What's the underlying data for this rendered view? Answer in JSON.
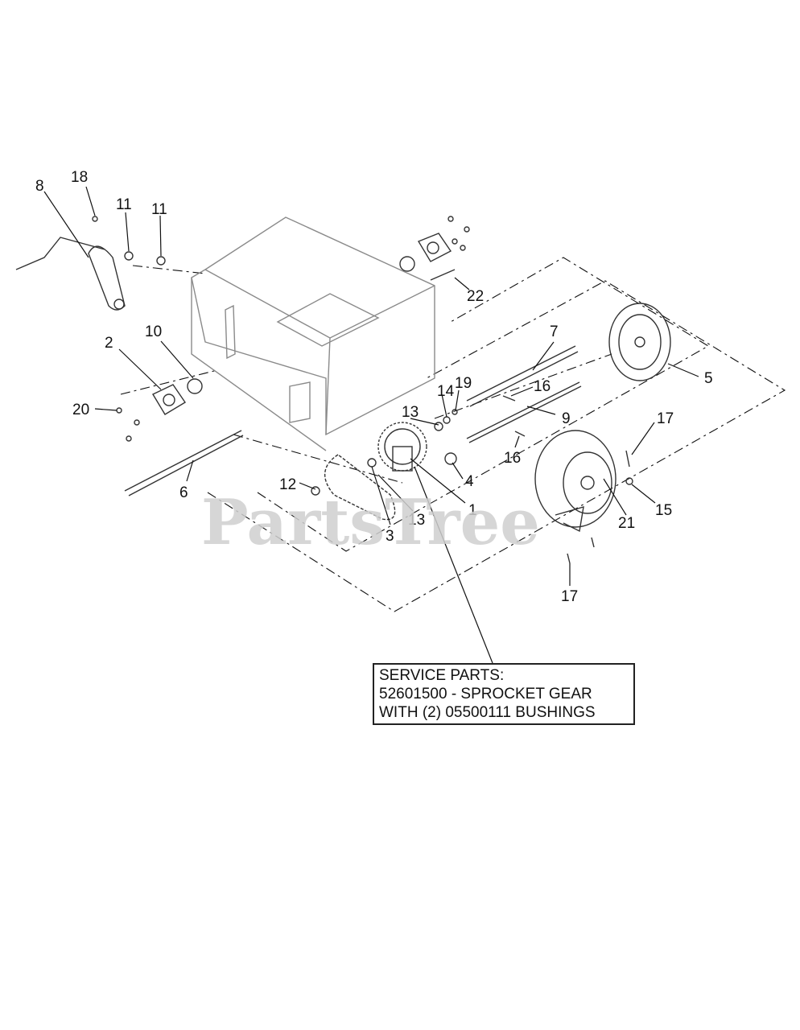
{
  "watermark": "PartsTree",
  "service_box": {
    "line1": "SERVICE PARTS:",
    "line2": "52601500 - SPROCKET GEAR",
    "line3": "WITH (2) 05500111 BUSHINGS"
  },
  "callouts": {
    "c1": "1",
    "c2": "2",
    "c3": "3",
    "c4": "4",
    "c5": "5",
    "c6": "6",
    "c7": "7",
    "c8": "8",
    "c9": "9",
    "c10": "10",
    "c11a": "11",
    "c11b": "11",
    "c12": "12",
    "c13a": "13",
    "c13b": "13",
    "c14": "14",
    "c15": "15",
    "c16a": "16",
    "c16b": "16",
    "c17a": "17",
    "c17b": "17",
    "c18": "18",
    "c19": "19",
    "c20": "20",
    "c21": "21",
    "c22": "22"
  }
}
